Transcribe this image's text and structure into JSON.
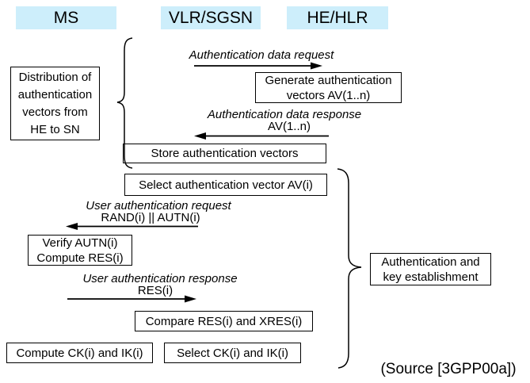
{
  "diagram": {
    "entities": [
      {
        "label": "MS"
      },
      {
        "label": "VLR/SGSN"
      },
      {
        "label": "HE/HLR"
      }
    ],
    "entity_header_bg": "#cdeefb",
    "phase_labels": {
      "distribution": {
        "lines": [
          "Distribution of",
          "authentication",
          "vectors from",
          "HE to SN"
        ]
      },
      "auth_establishment": {
        "lines": [
          "Authentication and",
          "key establishment"
        ]
      }
    },
    "messages": [
      {
        "label": "Authentication data request",
        "param": "",
        "direction": "right",
        "from": "VLR/SGSN",
        "to": "HE/HLR"
      },
      {
        "label": "Authentication data response",
        "param": "AV(1..n)",
        "direction": "left",
        "from": "HE/HLR",
        "to": "VLR/SGSN"
      },
      {
        "label": "User authentication request",
        "param": "RAND(i) || AUTN(i)",
        "direction": "left",
        "from": "VLR/SGSN",
        "to": "MS"
      },
      {
        "label": "User authentication response",
        "param": "RES(i)",
        "direction": "right",
        "from": "MS",
        "to": "VLR/SGSN"
      }
    ],
    "actions": [
      {
        "lines": [
          "Generate authentication",
          "vectors AV(1..n)"
        ]
      },
      {
        "lines": [
          "Store authentication vectors"
        ]
      },
      {
        "lines": [
          "Select authentication vector AV(i)"
        ]
      },
      {
        "lines": [
          "Verify AUTN(i)",
          "Compute RES(i)"
        ]
      },
      {
        "lines": [
          "Compare RES(i) and XRES(i)"
        ]
      },
      {
        "lines": [
          "Compute CK(i) and IK(i)"
        ]
      },
      {
        "lines": [
          "Select CK(i) and IK(i)"
        ]
      }
    ],
    "source": "(Source [3GPP00a])"
  }
}
